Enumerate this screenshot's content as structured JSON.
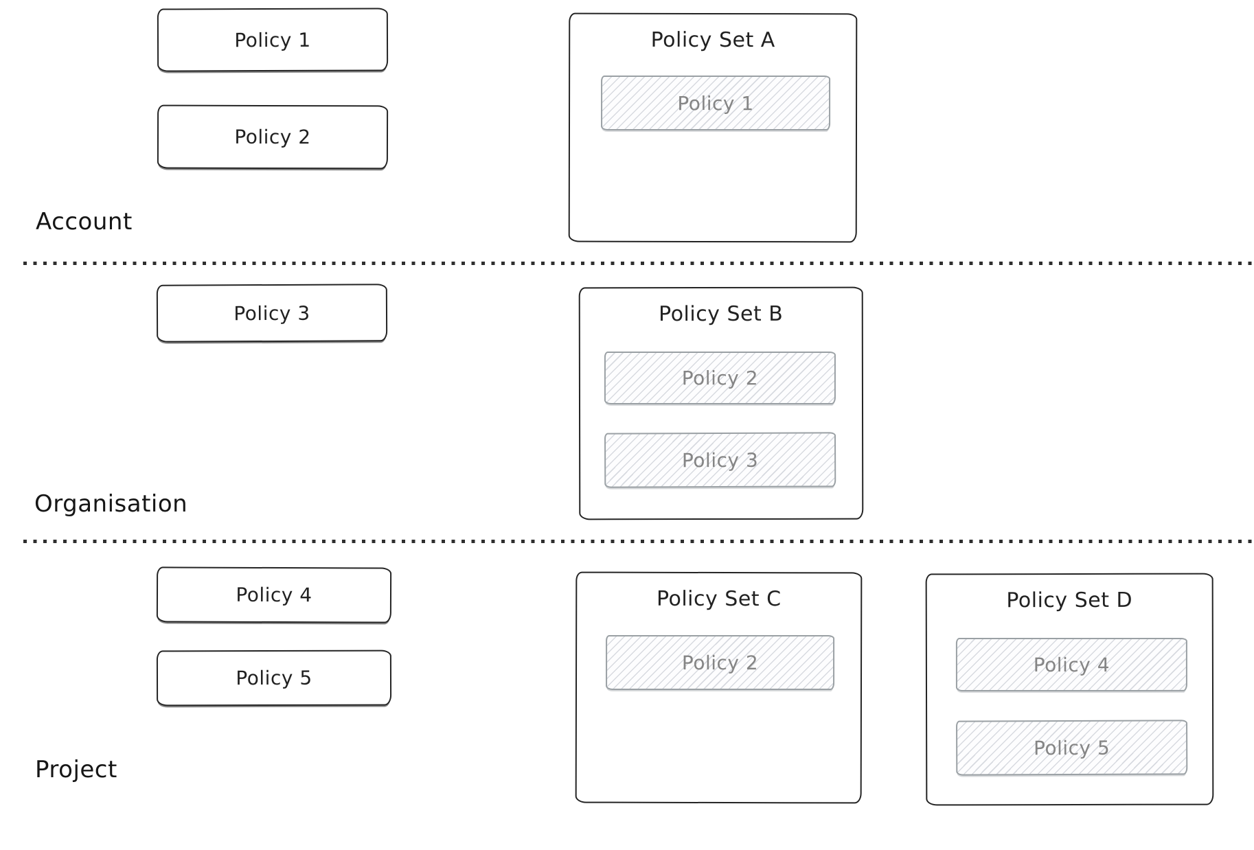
{
  "colors": {
    "background": "#ffffff",
    "stroke": "#242424",
    "hatch_border": "#9aa0a4",
    "hatch_line": "#808a9a",
    "hatch_text": "#858585",
    "divider": "#2e2e2e"
  },
  "sections": [
    {
      "label": "Account",
      "policies": [
        "Policy 1",
        "Policy 2"
      ],
      "policy_sets": [
        {
          "title": "Policy Set A",
          "attached_policies": [
            "Policy 1"
          ]
        }
      ]
    },
    {
      "label": "Organisation",
      "policies": [
        "Policy 3"
      ],
      "policy_sets": [
        {
          "title": "Policy Set B",
          "attached_policies": [
            "Policy 2",
            "Policy 3"
          ]
        }
      ]
    },
    {
      "label": "Project",
      "policies": [
        "Policy 4",
        "Policy 5"
      ],
      "policy_sets": [
        {
          "title": "Policy Set C",
          "attached_policies": [
            "Policy 2"
          ]
        },
        {
          "title": "Policy Set D",
          "attached_policies": [
            "Policy 4",
            "Policy 5"
          ]
        }
      ]
    }
  ]
}
